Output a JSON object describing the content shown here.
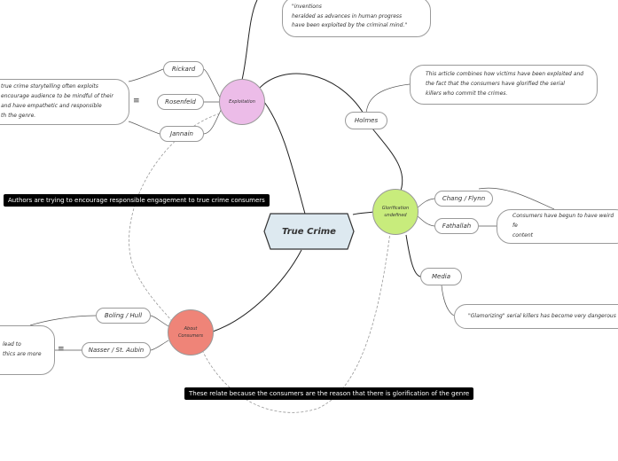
{
  "center": {
    "label": "True Crime"
  },
  "main_nodes": {
    "exploitation": {
      "label": "Exploitation",
      "color": "#ecbce8"
    },
    "glorification": {
      "label": "Glorification\nundefined",
      "color": "#c8ec7c"
    },
    "consumers": {
      "label": "About\nConsumers",
      "color": "#ef8478"
    }
  },
  "subtopics": {
    "rickard": "Rickard",
    "rosenfeld": "Rosenfeld",
    "jannain": "Jannain",
    "holmes": "Holmes",
    "chang_flynn": "Chang / Flynn",
    "fathallah": "Fathallah",
    "media": "Media",
    "boling_hull": "Boling / Hull",
    "nasser_st_aubin": "Nasser / St. Aubin"
  },
  "notes": {
    "inventions": "\"inventions\nheralded as advances in human progress\nhave been exploited by the criminal mind.\"",
    "exploitation_summary": "true crime storytelling often exploits\nencourage audience to be mindful of their\nand have empathetic and responsible\nth the genre.",
    "holmes_article": "This article combines how victims have been exploited and\nthe fact that the consumers have glorified the serial\nkillers who commit the crimes.",
    "consumers_weird": "Consumers have begun to have weird fe\ncontent",
    "glamorizing": "\"Glamorizing\" serial killers has become very dangerous",
    "consumers_summary": "lead to\nthics are more"
  },
  "relationships": {
    "authors": "Authors are trying to encourage responsible engagement to true crime consumers",
    "consumers_reason": "These relate because the consumers are the reason that there is glorification of the genre"
  },
  "colors": {
    "center_fill": "#dde9f0",
    "line": "#222222",
    "dashed": "#999999"
  }
}
